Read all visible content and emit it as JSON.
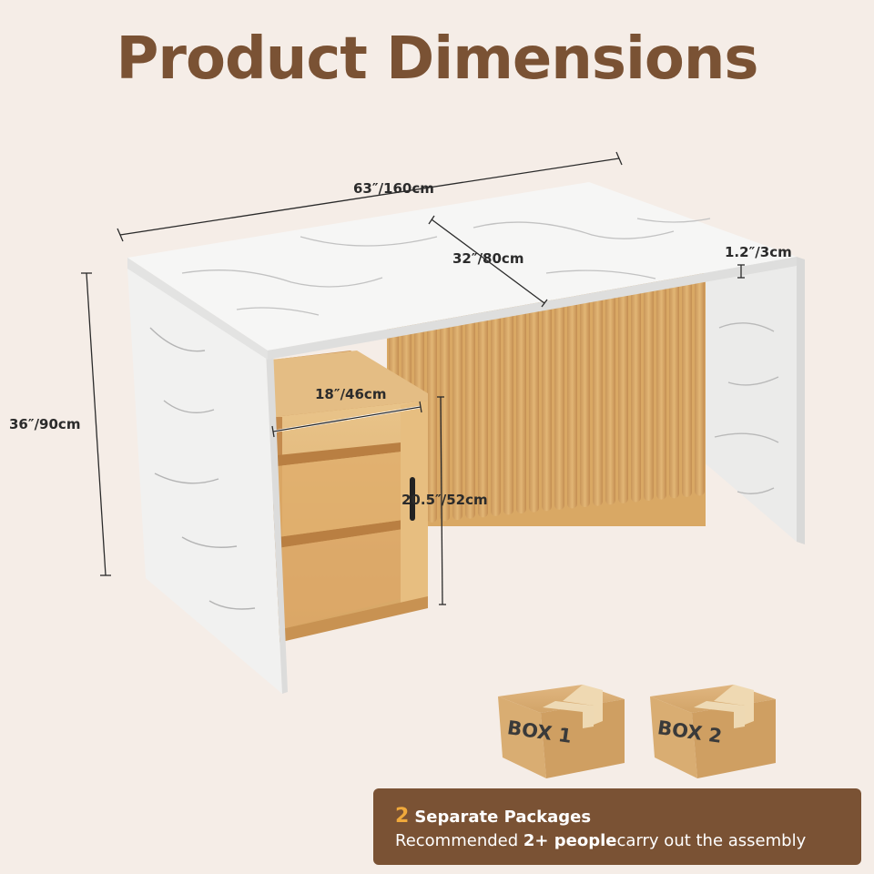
{
  "title": "Product Dimensions",
  "dimensions": {
    "width": "63″/160cm",
    "depth": "32″/80cm",
    "thickness": "1.2″/3cm",
    "height": "36″/90cm",
    "cabinet_width": "18″/46cm",
    "cabinet_height": "20.5″/52cm"
  },
  "boxes": [
    "BOX 1",
    "BOX 2"
  ],
  "packages": {
    "count": "2",
    "label": "Separate Packages",
    "rec_prefix": "Recommended",
    "rec_people": "2+ people",
    "rec_suffix": "carry out the assembly"
  },
  "colors": {
    "background": "#f5ede7",
    "title": "#7a5234",
    "banner": "#7a5234",
    "accent": "#f0a93b",
    "marble": "#f4f4f3",
    "wood": "#dcae6a"
  }
}
